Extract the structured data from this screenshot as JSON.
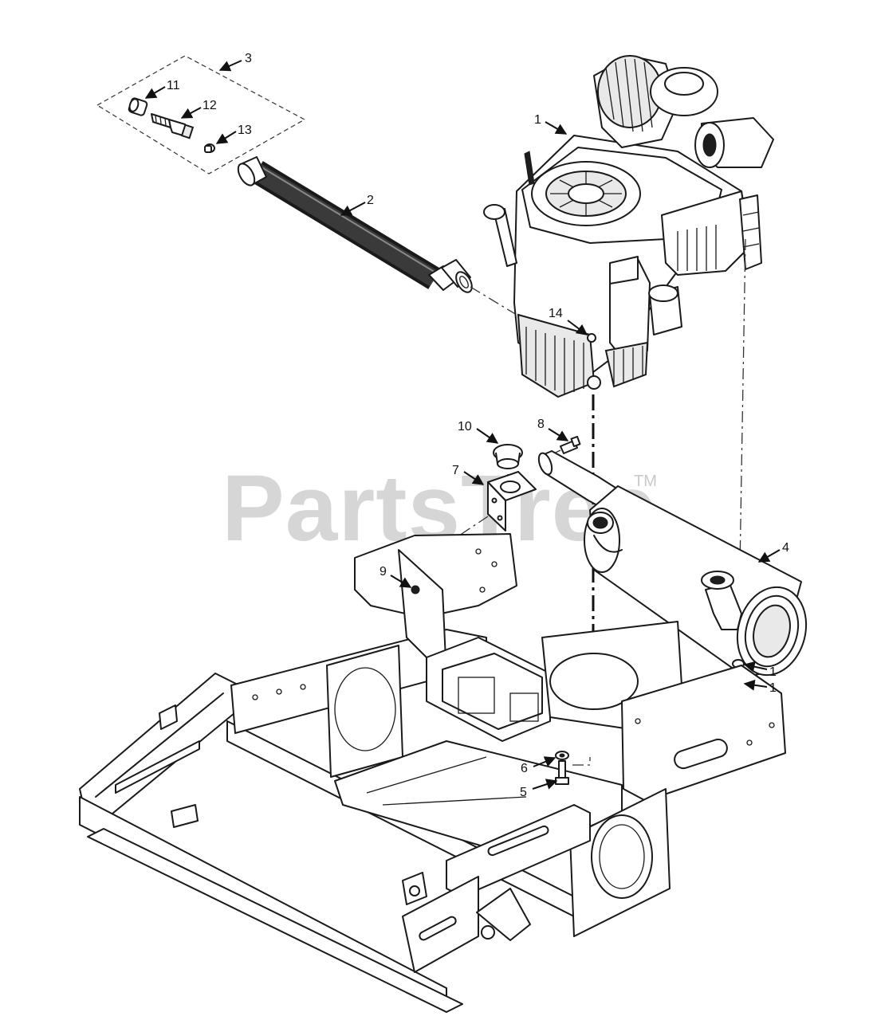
{
  "watermark": {
    "text": "PartsTree",
    "tm": "TM"
  },
  "callouts": [
    {
      "id": "callout-3",
      "label": "3"
    },
    {
      "id": "callout-11",
      "label": "11"
    },
    {
      "id": "callout-12",
      "label": "12"
    },
    {
      "id": "callout-13",
      "label": "13"
    },
    {
      "id": "callout-2",
      "label": "2"
    },
    {
      "id": "callout-1-engine",
      "label": "1"
    },
    {
      "id": "callout-14",
      "label": "14"
    },
    {
      "id": "callout-10",
      "label": "10"
    },
    {
      "id": "callout-8",
      "label": "8"
    },
    {
      "id": "callout-7",
      "label": "7"
    },
    {
      "id": "callout-4",
      "label": "4"
    },
    {
      "id": "callout-9",
      "label": "9"
    },
    {
      "id": "callout-1-upper",
      "label": "1"
    },
    {
      "id": "callout-1-lower",
      "label": "1"
    },
    {
      "id": "callout-6",
      "label": "6"
    },
    {
      "id": "callout-5",
      "label": "5"
    }
  ]
}
